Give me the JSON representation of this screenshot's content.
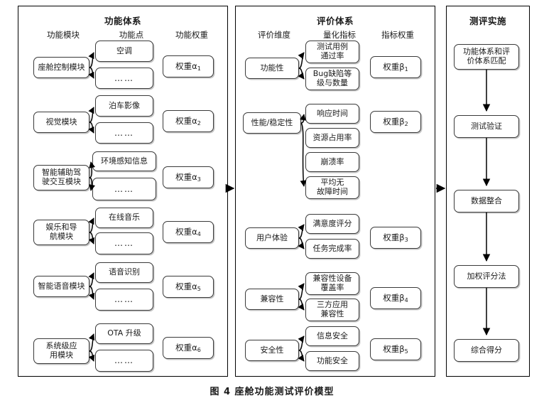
{
  "figure": {
    "caption": "图 4   座舱功能测试评价模型"
  },
  "panels": {
    "functional": {
      "title": "功能体系",
      "columns": [
        "功能模块",
        "功能点",
        "功能权重"
      ],
      "groups": [
        {
          "module": "座舱控制模块",
          "points": [
            "空调",
            "……"
          ],
          "weight": "权重α",
          "weight_sub": "1"
        },
        {
          "module": "视觉模块",
          "points": [
            "泊车影像",
            "……"
          ],
          "weight": "权重α",
          "weight_sub": "2"
        },
        {
          "module": "智能辅助驾\n驶交互模块",
          "points": [
            "环境感知信息",
            "……"
          ],
          "weight": "权重α",
          "weight_sub": "3"
        },
        {
          "module": "娱乐和导\n航模块",
          "points": [
            "在线音乐",
            "……"
          ],
          "weight": "权重α",
          "weight_sub": "4"
        },
        {
          "module": "智能语音模块",
          "points": [
            "语音识别",
            "……"
          ],
          "weight": "权重α",
          "weight_sub": "5"
        },
        {
          "module": "系统级应\n用模块",
          "points": [
            "OTA 升级",
            "……"
          ],
          "weight": "权重α",
          "weight_sub": "6"
        }
      ]
    },
    "evaluation": {
      "title": "评价体系",
      "columns": [
        "评价维度",
        "量化指标",
        "指标权重"
      ],
      "groups": [
        {
          "dimension": "功能性",
          "indicators": [
            "测试用例\n通过率",
            "Bug缺陷等\n级与数量"
          ],
          "weight": "权重β",
          "weight_sub": "1"
        },
        {
          "dimension": "性能/稳定性",
          "indicators": [
            "响应时间",
            "资源占用率",
            "崩溃率",
            "平均无\n故障时间"
          ],
          "weight": "权重β",
          "weight_sub": "2"
        },
        {
          "dimension": "用户体验",
          "indicators": [
            "满意度评分",
            "任务完成率"
          ],
          "weight": "权重β",
          "weight_sub": "3"
        },
        {
          "dimension": "兼容性",
          "indicators": [
            "兼容性设备\n覆盖率",
            "三方应用\n兼容性"
          ],
          "weight": "权重β",
          "weight_sub": "4"
        },
        {
          "dimension": "安全性",
          "indicators": [
            "信息安全",
            "功能安全"
          ],
          "weight": "权重β",
          "weight_sub": "5"
        }
      ]
    },
    "execution": {
      "title": "测评实施",
      "steps": [
        "功能体系和评\n价体系匹配",
        "测试验证",
        "数据整合",
        "加权评分法",
        "综合得分"
      ]
    }
  }
}
